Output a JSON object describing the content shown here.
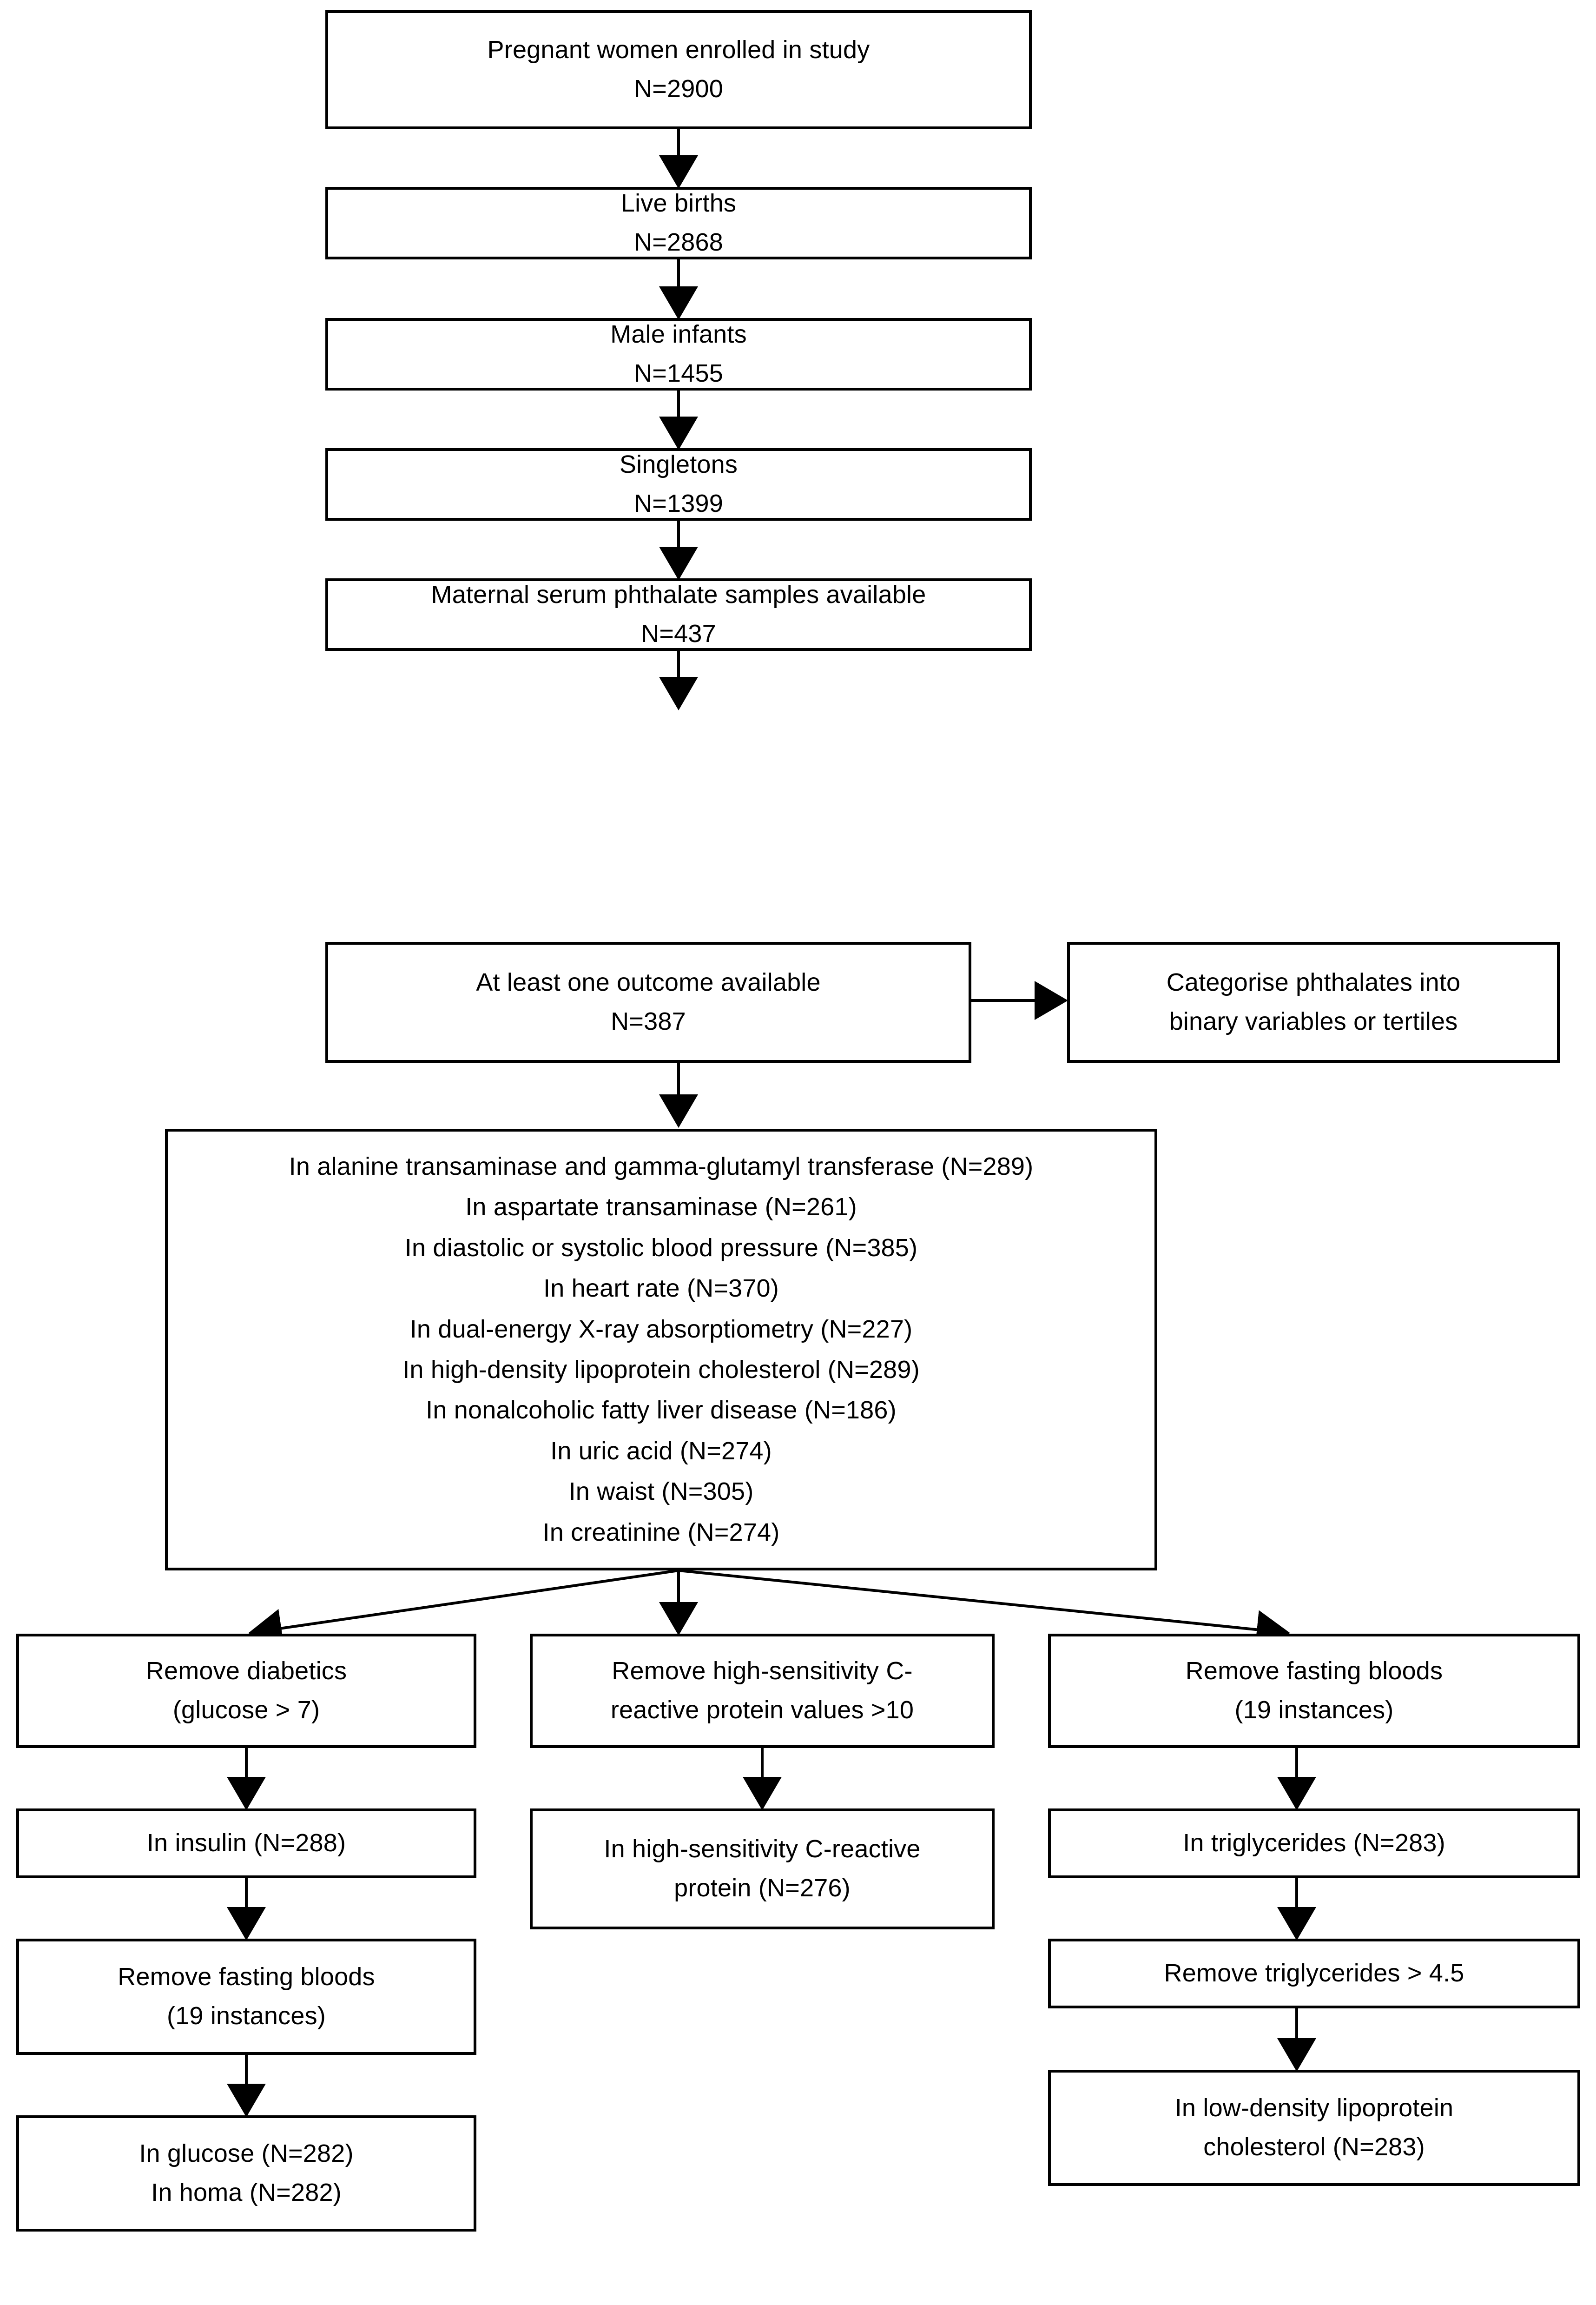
{
  "figure": {
    "type": "flowchart",
    "title": "Study participant flow diagram",
    "orientation": "top-to-bottom"
  },
  "colors": {
    "box_border": "#000000",
    "box_fill": "#ffffff",
    "edge": "#000000",
    "text": "#000000"
  },
  "nodes": {
    "enrolled": {
      "line1": "Pregnant women enrolled in study",
      "line2": "N=2900"
    },
    "live_births": {
      "line1": "Live births",
      "line2": "N=2868"
    },
    "male_infants": {
      "line1": "Male infants",
      "line2": "N=1455"
    },
    "singletons": {
      "line1": "Singletons",
      "line2": "N=1399"
    },
    "phthalate_samples": {
      "line1": "Maternal serum phthalate samples available",
      "line2": "N=437"
    },
    "outcome_available": {
      "line1": "At least one outcome available",
      "line2": "N=387"
    },
    "categorise": {
      "line1": "Categorise phthalates into",
      "line2": "binary variables or tertiles"
    },
    "outcomes_list": {
      "lines": [
        "In alanine transaminase and gamma-glutamyl transferase (N=289)",
        "In aspartate transaminase (N=261)",
        "In diastolic or systolic blood pressure (N=385)",
        "In heart rate (N=370)",
        "In dual-energy X-ray absorptiometry (N=227)",
        "In high-density lipoprotein cholesterol (N=289)",
        "In nonalcoholic fatty liver disease (N=186)",
        "In uric acid (N=274)",
        "In waist (N=305)",
        "In creatinine (N=274)"
      ]
    },
    "remove_diabetics": {
      "line1": "Remove diabetics",
      "line2": "(glucose > 7)"
    },
    "insulin": {
      "line1": "In insulin (N=288)"
    },
    "remove_fasting_left": {
      "line1": "Remove fasting bloods",
      "line2": "(19 instances)"
    },
    "glucose_homa": {
      "line1": "In glucose (N=282)",
      "line2": "In homa (N=282)"
    },
    "remove_crp": {
      "line1": "Remove high-sensitivity C-",
      "line2": "reactive protein values >10"
    },
    "crp": {
      "line1": "In high-sensitivity C-reactive",
      "line2": "protein (N=276)"
    },
    "remove_fasting_right": {
      "line1": "Remove fasting bloods",
      "line2": "(19 instances)"
    },
    "triglycerides": {
      "line1": "In triglycerides (N=283)"
    },
    "remove_trig": {
      "line1": "Remove triglycerides > 4.5"
    },
    "ldl": {
      "line1": "In low-density lipoprotein",
      "line2": "cholesterol (N=283)"
    }
  },
  "edges": [
    {
      "from": "enrolled",
      "to": "live_births",
      "kind": "vertical-arrow"
    },
    {
      "from": "live_births",
      "to": "male_infants",
      "kind": "vertical-arrow"
    },
    {
      "from": "male_infants",
      "to": "singletons",
      "kind": "vertical-arrow"
    },
    {
      "from": "singletons",
      "to": "phthalate_samples",
      "kind": "vertical-arrow"
    },
    {
      "from": "phthalate_samples",
      "to": "outcome_available",
      "kind": "vertical-arrow"
    },
    {
      "from": "outcome_available",
      "to": "categorise",
      "kind": "horizontal-arrow"
    },
    {
      "from": "outcome_available",
      "to": "outcomes_list",
      "kind": "vertical-arrow"
    },
    {
      "from": "outcomes_list",
      "to": "remove_diabetics",
      "kind": "diagonal-arrow"
    },
    {
      "from": "outcomes_list",
      "to": "remove_crp",
      "kind": "vertical-arrow"
    },
    {
      "from": "outcomes_list",
      "to": "remove_fasting_right",
      "kind": "diagonal-arrow"
    },
    {
      "from": "remove_diabetics",
      "to": "insulin",
      "kind": "vertical-arrow"
    },
    {
      "from": "insulin",
      "to": "remove_fasting_left",
      "kind": "vertical-arrow"
    },
    {
      "from": "remove_fasting_left",
      "to": "glucose_homa",
      "kind": "vertical-arrow"
    },
    {
      "from": "remove_crp",
      "to": "crp",
      "kind": "vertical-arrow"
    },
    {
      "from": "remove_fasting_right",
      "to": "triglycerides",
      "kind": "vertical-arrow"
    },
    {
      "from": "triglycerides",
      "to": "remove_trig",
      "kind": "vertical-arrow"
    },
    {
      "from": "remove_trig",
      "to": "ldl",
      "kind": "vertical-arrow"
    }
  ]
}
